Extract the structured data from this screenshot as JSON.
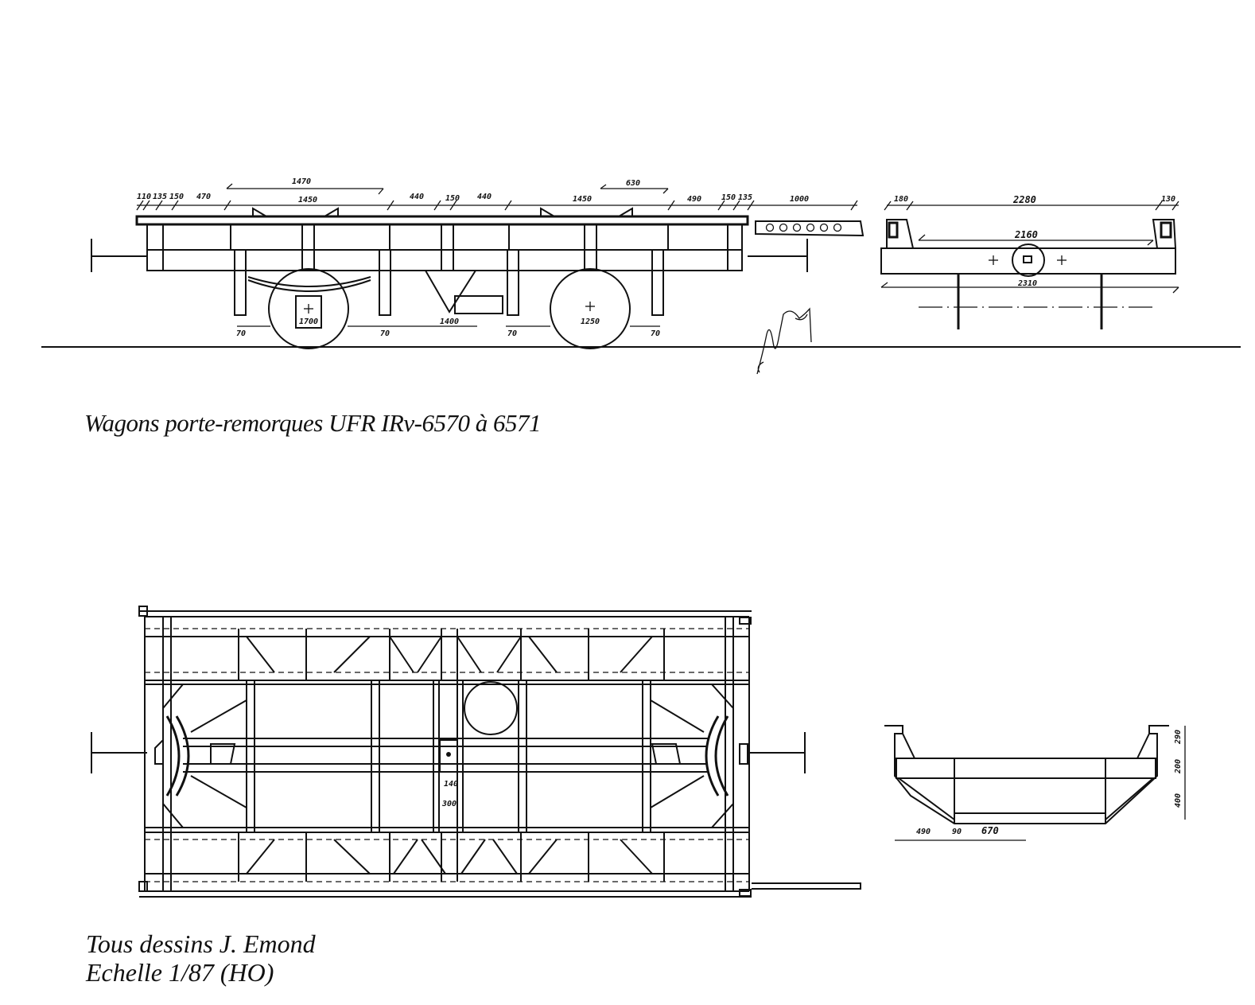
{
  "side_view": {
    "top_dims": [
      "110",
      "135",
      "150",
      "470",
      "1450",
      "440",
      "150",
      "440",
      "1450",
      "490",
      "150",
      "135",
      "1000"
    ],
    "upper_dims": [
      "1470",
      "630"
    ],
    "bottom_dims": [
      "70",
      "1700",
      "70",
      "1400",
      "70",
      "1250",
      "70"
    ]
  },
  "end_view": {
    "dims": [
      "180",
      "2280",
      "130",
      "2160",
      "2310"
    ]
  },
  "plan_view": {
    "dims": [
      "140",
      "300"
    ]
  },
  "cross_section": {
    "height_dims": [
      "290",
      "200",
      "400"
    ],
    "width_dims": [
      "490",
      "90",
      "670"
    ]
  },
  "captions": {
    "title": "Wagons porte-remorques UFR IRv-6570 à 6571",
    "credit": "Tous dessins J. Emond",
    "scale": "Echelle 1/87 (HO)"
  }
}
